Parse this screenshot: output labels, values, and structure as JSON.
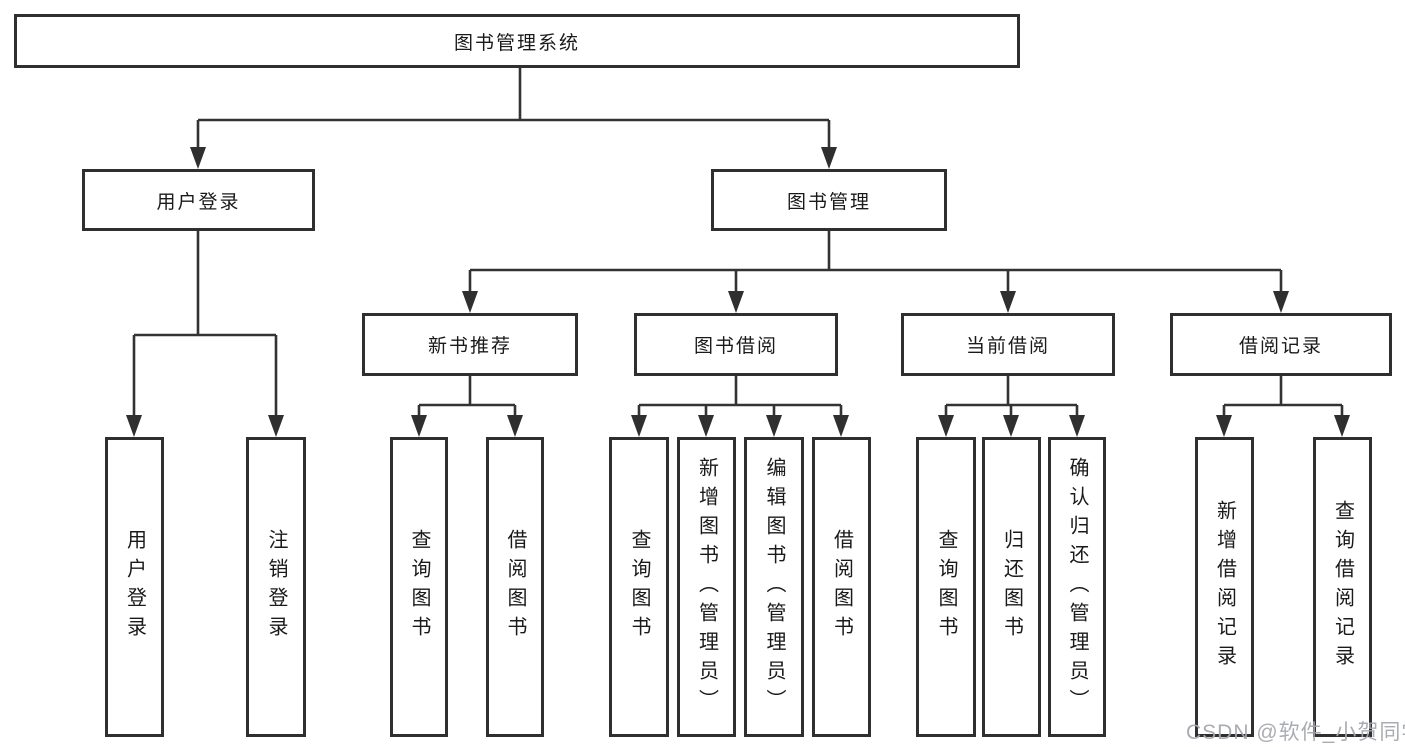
{
  "diagram": {
    "root": {
      "label": "图书管理系统"
    },
    "branches": [
      {
        "label": "用户登录",
        "children": [
          {
            "label": "用户登录"
          },
          {
            "label": "注销登录"
          }
        ]
      },
      {
        "label": "图书管理",
        "children": [
          {
            "label": "新书推荐",
            "children": [
              {
                "label": "查询图书"
              },
              {
                "label": "借阅图书"
              }
            ]
          },
          {
            "label": "图书借阅",
            "children": [
              {
                "label": "查询图书"
              },
              {
                "label": "新增图书（管理员）"
              },
              {
                "label": "编辑图书（管理员）"
              },
              {
                "label": "借阅图书"
              }
            ]
          },
          {
            "label": "当前借阅",
            "children": [
              {
                "label": "查询图书"
              },
              {
                "label": "归还图书"
              },
              {
                "label": "确认归还（管理员）"
              }
            ]
          },
          {
            "label": "借阅记录",
            "children": [
              {
                "label": "新增借阅记录"
              },
              {
                "label": "查询借阅记录"
              }
            ]
          }
        ]
      }
    ]
  },
  "watermark": {
    "text": "CSDN @软件_小贺同学"
  },
  "colors": {
    "line": "#333333",
    "border": "#2f2f2f",
    "text": "#1a1a1a",
    "watermark": "#a5a8af",
    "background": "#ffffff"
  }
}
